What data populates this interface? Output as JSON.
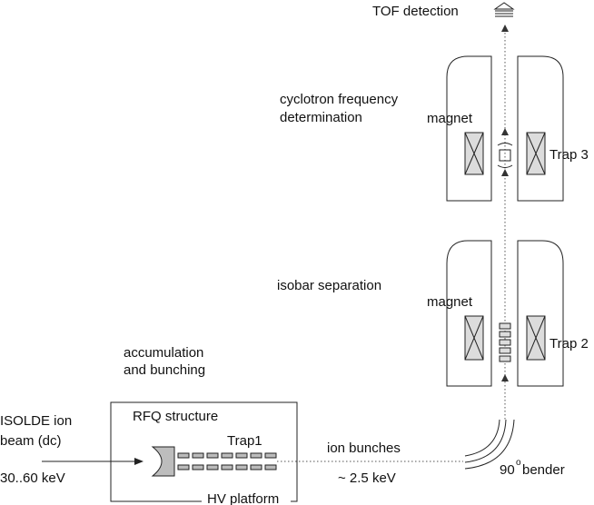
{
  "labels": {
    "tof": "TOF detection",
    "cyclotron_line1": "cyclotron frequency",
    "cyclotron_line2": "determination",
    "magnet_top": "magnet",
    "trap3": "Trap 3",
    "isobar": "isobar separation",
    "magnet_mid": "magnet",
    "trap2": "Trap 2",
    "accum_line1": "accumulation",
    "accum_line2": "and bunching",
    "rfq": "RFQ structure",
    "trap1": "Trap1",
    "hv": "HV platform",
    "isolde_line1": "ISOLDE ion",
    "isolde_line2": "beam (dc)",
    "energy_in": "30..60 keV",
    "bunches": "ion bunches",
    "energy_out": "~ 2.5 keV",
    "bender_deg": "90",
    "bender_sup": "o",
    "bender_word": "bender"
  }
}
